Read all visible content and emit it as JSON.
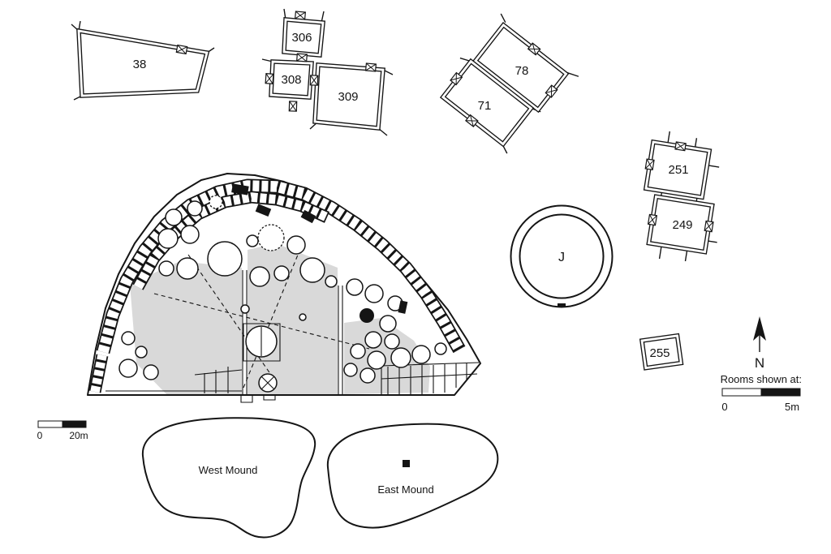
{
  "colors": {
    "ink": "#151515",
    "gray_fill": "#d9d9d9",
    "background": "#ffffff"
  },
  "room_labels": {
    "r38": "38",
    "r306": "306",
    "r308": "308",
    "r309": "309",
    "r78": "78",
    "r71": "71",
    "r251": "251",
    "r249": "249",
    "rJ": "J",
    "r255": "255"
  },
  "compass": {
    "north": "N"
  },
  "scale_rooms": {
    "caption": "Rooms shown at:",
    "zero": "0",
    "max": "5m"
  },
  "scale_site": {
    "zero": "0",
    "max": "20m"
  },
  "mounds": {
    "west": "West Mound",
    "east": "East Mound"
  }
}
